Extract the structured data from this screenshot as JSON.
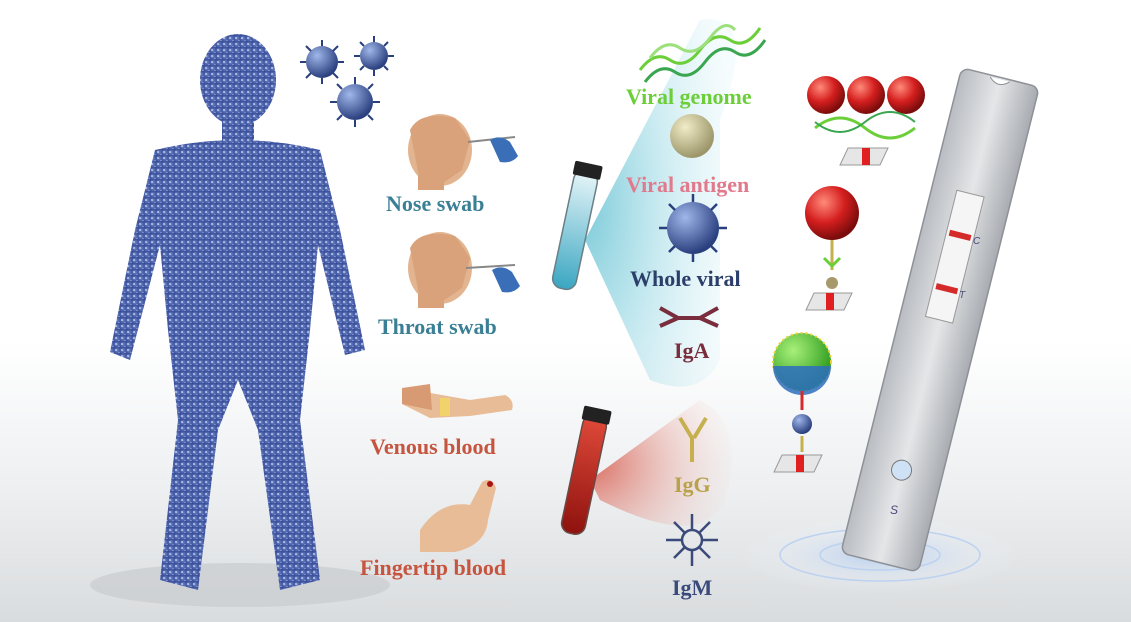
{
  "samples": {
    "nose_swab": "Nose swab",
    "throat_swab": "Throat swab",
    "venous_blood": "Venous blood",
    "fingertip_blood": "Fingertip blood"
  },
  "analytes": {
    "viral_genome": "Viral genome",
    "viral_antigen": "Viral antigen",
    "whole_viral": "Whole viral",
    "iga": "IgA",
    "igg": "IgG",
    "igm": "IgM"
  },
  "test_strip": {
    "control_mark": "C",
    "test_mark": "T",
    "sample_mark": "S"
  },
  "colors": {
    "teal_label": "#3a7f95",
    "red_label": "#c6553f",
    "genome_label": "#6ccf3a",
    "antigen_label": "#e07a8c",
    "whole_viral_label": "#2c3f6b",
    "iga_label": "#7a2d3c",
    "igg_label": "#b8a24a",
    "igm_label": "#3a4a7a"
  }
}
